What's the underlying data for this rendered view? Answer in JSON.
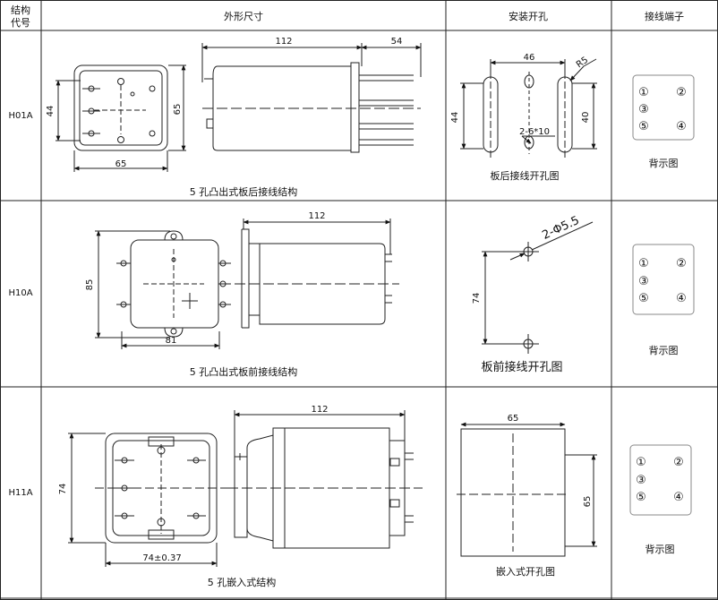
{
  "header": {
    "code_line1": "结构",
    "code_line2": "代号",
    "outline": "外形尺寸",
    "mounting": "安装开孔",
    "terminals": "接线端子"
  },
  "rows": [
    {
      "code": "H01A",
      "outline": {
        "dims": {
          "length": "112",
          "extension": "54",
          "height_left": "44",
          "height_right": "65",
          "width": "65"
        },
        "caption": "5 孔凸出式板后接线结构"
      },
      "mounting": {
        "dims": {
          "width": "46",
          "radius": "R5",
          "left_height": "44",
          "right_height": "40",
          "holes": "2-6*10"
        },
        "caption": "板后接线开孔图"
      },
      "terminals": {
        "labels": [
          "①",
          "②",
          "③",
          "⑤",
          "④"
        ],
        "caption": "背示图"
      }
    },
    {
      "code": "H10A",
      "outline": {
        "dims": {
          "length": "112",
          "height": "85",
          "width": "81"
        },
        "caption": "5 孔凸出式板前接线结构"
      },
      "mounting": {
        "dims": {
          "holes": "2-Φ5.5",
          "height": "74"
        },
        "caption": "板前接线开孔图"
      },
      "terminals": {
        "labels": [
          "①",
          "②",
          "③",
          "⑤",
          "④"
        ],
        "caption": "背示图"
      }
    },
    {
      "code": "H11A",
      "outline": {
        "dims": {
          "length": "112",
          "height": "74",
          "width": "74±0.37"
        },
        "caption": "5 孔嵌入式结构"
      },
      "mounting": {
        "dims": {
          "width": "65",
          "height": "65"
        },
        "caption": "嵌入式开孔图"
      },
      "terminals": {
        "labels": [
          "①",
          "②",
          "③",
          "⑤",
          "④"
        ],
        "caption": "背示图"
      }
    }
  ]
}
